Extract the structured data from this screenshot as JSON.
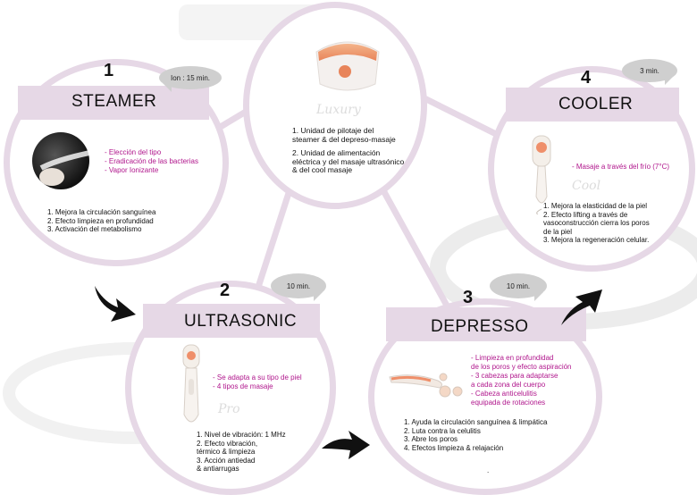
{
  "center": {
    "script_label": "Luxury",
    "items": [
      "1. Unidad de pilotaje del",
      "steamer & del depreso-masaje",
      "",
      "2. Unidad de alimentación",
      "eléctrica y del masaje ultrasónico",
      "& del cool masaje"
    ]
  },
  "steamer": {
    "number": "1",
    "title": "STEAMER",
    "time": "Ion : 15 min.",
    "features": [
      "- Elección del tipo",
      "- Eradicación de las bacterias",
      "- Vapor Ionizante"
    ],
    "benefits": [
      "1. Mejora la circulación sanguínea",
      "2. Efecto limpieza en profundidad",
      "3. Activación del metabolismo"
    ]
  },
  "ultrasonic": {
    "number": "2",
    "title": "ULTRASONIC",
    "time": "10 min.",
    "script_label": "Pro",
    "features": [
      "- Se adapta a su tipo de piel",
      "- 4 tipos de masaje"
    ],
    "benefits": [
      "1. Nivel de vibración: 1 MHz",
      "2. Efecto vibración,",
      "térmico & limpieza",
      "3. Acción antiedad",
      "& antiarrugas"
    ]
  },
  "depresso": {
    "number": "3",
    "title": "DEPRESSO",
    "time": "10 min.",
    "features": [
      "- Limpieza en profundidad",
      "de los poros y efecto aspiración",
      "- 3 cabezas para adaptarse",
      "a cada zona del cuerpo",
      "- Cabeza anticelulitis",
      "equipada de rotaciones"
    ],
    "benefits": [
      "1. Ayuda la circulación sanguínea & limpática",
      "2. Luta contra la celulitis",
      "3. Abre los poros",
      "4. Efectos limpieza & relajación"
    ],
    "footnote": "."
  },
  "cooler": {
    "number": "4",
    "title": "COOLER",
    "time": "3 min.",
    "script_label": "Cool",
    "features": [
      "- Masaje a través del frío (7°C)"
    ],
    "benefits": [
      "1. Mejora la elasticidad de la piel",
      "2. Efecto lifting a través de",
      "vasoconstrucción cierra los poros",
      "de la piel",
      "3. Mejora la regeneración celular."
    ]
  },
  "colors": {
    "ring": "#e6d8e6",
    "accent": "#b0168c",
    "bubble": "#cfcfcf"
  }
}
